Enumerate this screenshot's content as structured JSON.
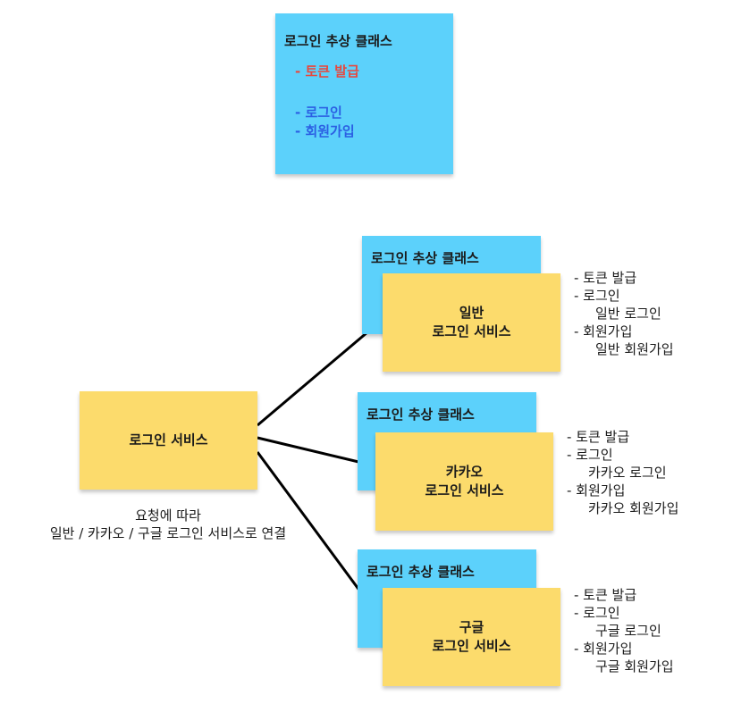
{
  "top_note": {
    "title": "로그인 추상 클래스",
    "items": [
      "-  토큰 발급",
      "-  로그인",
      "-  회원가입"
    ],
    "item_colors": [
      "#e8473d",
      "#2b5fe3",
      "#2b5fe3"
    ]
  },
  "main_service": {
    "label": "로그인 서비스",
    "caption_line1": "요청에 따라",
    "caption_line2": "일반 / 카카오 / 구글 로그인 서비스로 연결"
  },
  "groups": [
    {
      "abstract_title": "로그인 추상 클래스",
      "service_line1": "일반",
      "service_line2": "로그인 서비스",
      "methods": [
        "-  토큰 발급",
        "-  로그인",
        "일반 로그인",
        "-  회원가입",
        "일반 회원가입"
      ]
    },
    {
      "abstract_title": "로그인 추상 클래스",
      "service_line1": "카카오",
      "service_line2": "로그인 서비스",
      "methods": [
        "-  토큰 발급",
        "-  로그인",
        "카카오 로그인",
        "-  회원가입",
        "카카오 회원가입"
      ]
    },
    {
      "abstract_title": "로그인 추상 클래스",
      "service_line1": "구글",
      "service_line2": "로그인 서비스",
      "methods": [
        "-  토큰 발급",
        "-  로그인",
        "구글 로그인",
        "-  회원가입",
        "구글 회원가입"
      ]
    }
  ],
  "colors": {
    "blue_note": "#5cd1fb",
    "yellow_note": "#fcdb6c",
    "connector": "#000000"
  }
}
